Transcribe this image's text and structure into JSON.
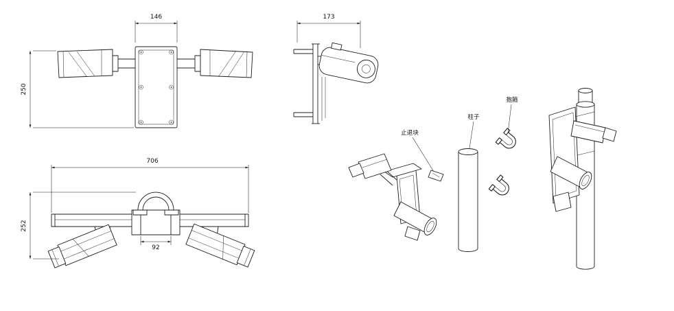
{
  "page": {
    "background": "#ffffff",
    "line_color": "#1c1c1c"
  },
  "top_view": {
    "dim_width": "146",
    "dim_depth": "250"
  },
  "front_view": {
    "dim_width": "706",
    "dim_height": "252",
    "dim_center_spacing": "92"
  },
  "side_view": {
    "dim_depth": "173"
  },
  "iso_view": {
    "label_stop_block": "止退块",
    "label_pole": "柱子",
    "label_clamp": "抱箍"
  }
}
